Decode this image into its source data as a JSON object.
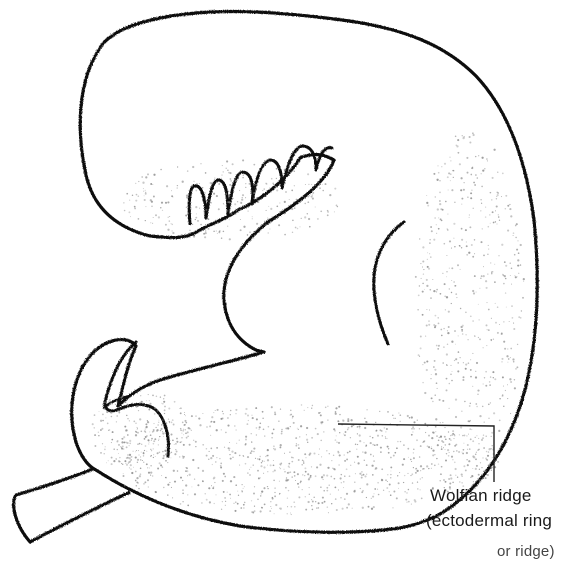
{
  "labels": {
    "wolffian_ridge": {
      "line1": "Wolfian ridge",
      "line2": "(ectodermal ring",
      "line3": "or ridge)"
    }
  },
  "colors": {
    "background": "#ffffff",
    "outline": "#111111",
    "stipple": "#8a8a8a"
  }
}
